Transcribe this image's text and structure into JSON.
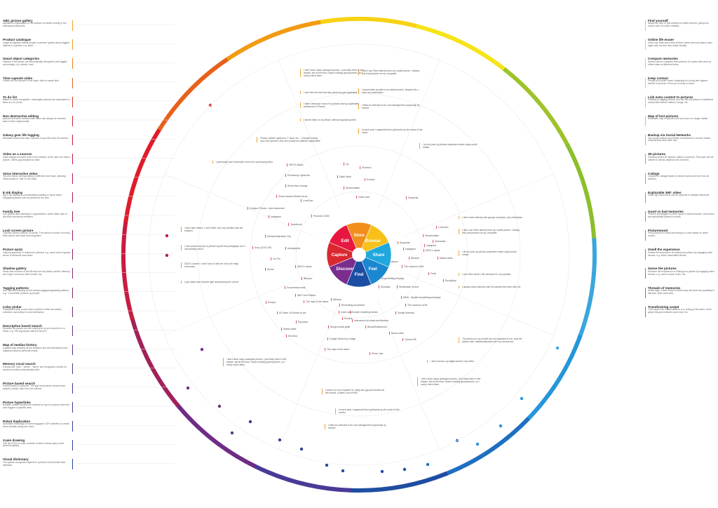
{
  "center_labels": [
    "Capture",
    "Edit",
    "Store",
    "Browse",
    "Share",
    "Feel",
    "Find",
    "Discover"
  ],
  "segment_colors": [
    "#d9282f",
    "#e8173f",
    "#f18e1c",
    "#f7c11a",
    "#1fa8de",
    "#1b87d0",
    "#1c4ea3",
    "#7b2d8e"
  ],
  "left_features": [
    {
      "title": "ABC picture gallery",
      "desc": "Alphabetic organization of the pictures for easier sorting or the educational purposes.",
      "color": "#f4a11b"
    },
    {
      "title": "Product catalogue",
      "desc": "Image recognition allows people to perform queries about tagged objects in a picture, e.g. price, ...",
      "color": "#f4a11b"
    },
    {
      "title": "Smart object categories",
      "desc": "Objects in the picture are automatically recognized and tagged accordingly, e.g. clothes, food ...",
      "color": "#ef7d1d"
    },
    {
      "title": "Time capsule video",
      "desc": "Videos are live-synced to the cloud, with no space limit.",
      "color": "#e8601e"
    },
    {
      "title": "To do list",
      "desc": "Based on word recognition, meaningful pictures are associated to items in a to-do list.",
      "color": "#e23a24"
    },
    {
      "title": "Non destructive editing",
      "desc": "pictures that were modified with filters can always be reverted back to their original state.",
      "color": "#d9202d"
    },
    {
      "title": "Galaxy gear life logging",
      "desc": "Wearable device that take a picture of your life every 30 second.",
      "color": "#d4193a"
    },
    {
      "title": "Video as a sources",
      "desc": "Video always recorded even if the intention of the user is to take a picture. Offers opportunities for later.",
      "color": "#cc1840"
    },
    {
      "title": "Voice interactive video",
      "desc": "Record videos corresponding to different voice input, allowing other people to \"talk\" to the video.",
      "color": "#c21a46"
    },
    {
      "title": "E-ink display",
      "desc": "Big E-ink display as a minimalistic painting or home decor. Displayed pictures can be pushed to the user.",
      "color": "#b51c4f"
    },
    {
      "title": "Family tree",
      "desc": "Use picture data tracking for organizations, which helps user to find their lost family members.",
      "color": "#a81e58"
    },
    {
      "title": "Lock screen picture",
      "desc": "Question about a picture to unlock. The random choose of it bring back picture that have been forgotten.",
      "color": "#9c2060"
    },
    {
      "title": "Picture quizz",
      "desc": "Gaming approach to rediscover pictures, e.g. users have to guess where a silhouette was taken.",
      "color": "#912468"
    },
    {
      "title": "Shadow gallery",
      "desc": "Show user moment of the life that are not picture perfect. Memory you forgot, event you didn't notice, etc.",
      "color": "#86286f"
    },
    {
      "title": "Tagging patterns",
      "desc": "Use machine learning to find custom tagging/organizing patterns, e.g. \"I remember pictures by people\".",
      "color": "#7c2b76"
    },
    {
      "title": "Color picker",
      "desc": "Possibility to pick a color from a picture to filter the picture collection, according to color dominance.",
      "color": "#722e7c"
    },
    {
      "title": "Description based search",
      "desc": "Describe the picture you are looking for as you would do to a friend, e.g. \"the big square with the church\".",
      "color": "#683082"
    },
    {
      "title": "Map of medias history",
      "desc": "A global map showing all the locations and the interactions that happened around personal media.",
      "color": "#5e3288"
    },
    {
      "title": "Memory vocal search",
      "desc": "If words like \"who\", \"where\", \"when\" are recognized, search for archived content automatically start.",
      "color": "#54348e"
    },
    {
      "title": "Picture based search",
      "desc": "Search based on pictures. The app find pictures content from people's media, then from the internet.",
      "color": "#4a3794"
    },
    {
      "title": "Picture hyperlinks",
      "desc": "Related content clusters are overlaid on top of a picture when the user triggers a specific area.",
      "color": "#403a9a"
    },
    {
      "title": "Robot duplication",
      "desc": "Automatic recordings of users engaged in DIY activities to create short tutorials using user voice.",
      "color": "#363d9f"
    },
    {
      "title": "3-pen drawing",
      "desc": "Use the 3-Pen to draw a sketch to start a visual query in the personal gallery.",
      "color": "#2c41a4"
    },
    {
      "title": "Visual dictionary",
      "desc": "The system recognizes objects in a picture and provides their definition.",
      "color": "#2446a8"
    }
  ],
  "right_features": [
    {
      "title": "Find yourself",
      "desc": "Allows the user to find himself on public pictures, giving him control over his online visibility.",
      "color": "#f7c91a"
    },
    {
      "title": "Online life eraser",
      "desc": "Users can track and erase all their online personal data to start again with a brand new online identity.",
      "color": "#f5cf1b"
    },
    {
      "title": "Compare memories",
      "desc": "Allows users to compare their pictures of a place with ones by others taken at different times.",
      "color": "#efd21c"
    },
    {
      "title": "Keep contact",
      "desc": "People you haven't been contacting for a long time appear blurred in pictures. Push you to keep in touch.",
      "color": "#e7d41d"
    },
    {
      "title": "Link extra content to pictures",
      "desc": "Similarly to tagging friends, you can link the picture to additional content like friends' albums, songs, etc.",
      "color": "#dcd41f"
    },
    {
      "title": "Map of lost pictures",
      "desc": "Shareable map of pictures that are lost or no longer visible.",
      "color": "#cfd220"
    },
    {
      "title": "Backup via Social Networks",
      "desc": "Use social network and friends connections to recover media contents that have been lost.",
      "color": "#b8c722"
    },
    {
      "title": "3D pictures",
      "desc": "Creates printed 3D objects, based on pictures. Print-outs can be offered to friends related to the moment.",
      "color": "#a3bf24"
    },
    {
      "title": "Collage",
      "desc": "Creation of collage based on picture colors (can turn into an artwork).",
      "color": "#94b925"
    },
    {
      "title": "Explorable 360° video",
      "desc": "Video clip scenes that can be explored in multiple directions.",
      "color": "#88b427"
    },
    {
      "title": "Good vs bad memories",
      "desc": "Pictures are flagged as either good or bad memories. Good ones are periodically pushed to users.",
      "color": "#7ead2a"
    },
    {
      "title": "Picturemood",
      "desc": "Push pictures to users according to a color based on users' moods.",
      "color": "#6fa72e"
    },
    {
      "title": "Smell the experience",
      "desc": "Enable the experience of looking at a picture by engaging other senses, e.g. smell, associated smells.",
      "color": "#5aa63c"
    },
    {
      "title": "Sense the pictures",
      "desc": "Enhance the experience of looking at a picture by engaging other senses, e.g. sound, smell, touch, etc.",
      "color": "#44a654"
    },
    {
      "title": "Threads of memories",
      "desc": "Unlike tags, it uses follow a thread they will have the possibility to discover other memories.",
      "color": "#33a76f"
    },
    {
      "title": "Transforming carpet",
      "desc": "Turn carpet into related surface, e.g. feeling of the sand, of the grass that goes between your toes, etc.",
      "color": "#25a8a0"
    }
  ],
  "tool_labels": [
    "IDEO's Spark",
    "Photoshop Lightroom",
    "Smart face change",
    "Smart camera Motion focus",
    "LumiCam",
    "Googlon Photos - Auto Awesome",
    "Instagram",
    "Polaroid Z2300",
    "Tweetbook",
    "Memoto/Narrative Clip",
    "Sony QX10-100",
    "Autographer",
    "Go Pro",
    "IDEO's Spark",
    "Scene",
    "Ivy",
    "Shoebox",
    "Daily Stack",
    "Everpix",
    "Streamnation",
    "Index card",
    "Snapchat",
    "LumiCam",
    "Streamnation",
    "Allumnatic",
    "Snapchat",
    "Instaprint",
    "Instagram",
    "IDEO's Spark",
    "iBeacon",
    "Maeve table",
    "Vyvamus",
    "The museum of Mt",
    "Flock",
    "SmugMug",
    "iBeacon",
    "Documenta mobil",
    "IBM Then Extend",
    "The map of the future",
    "Everpix",
    "60 Years. 60 Works of art.",
    "Ryvamus",
    "Maeve table",
    "Shoebox",
    "iBeacon",
    "Index card",
    "Everpix",
    "iDiogo media gridit",
    "Google Search by image",
    "The map of the future",
    "Photo note",
    "ShapeShifting Display",
    "Allumatic",
    "Hindsmade is best",
    "IDNA - Spatial storytelling prototype",
    "Recreating movement",
    "The museum of Mt",
    "Growth rendering device",
    "Similar diversity",
    "Instrument-for-blank-architecture",
    "Bluntz/Braidomum",
    "News cutter",
    "Oculus Rift"
  ],
  "notes": [
    "I don't have many analogue photos, I just keep them in the drawer, but at the time I wasn't making good pictures, so I rarely check them.",
    "I don't use Flickr directly from my mobile phone, I always first load pictures on my computer.",
    "I don't like the fact that they (pictures) get duplicated.",
    "I stored them by date in an external drive. Despite this, I have lost information.",
    "I hate it because most of my photos end up duplicated (raw/book to iPhone).",
    "I think it's stressful to for sort manage them physically by herself.",
    "I stored them on my iBook, without organizing them.",
    "In each year I organized them (pictures) by the name of the event.",
    "I do not post my photos anywhere online using social media.",
    "Picasa, Adobe Lightroom, F-Spot, etc... I Despite having very nice pictures, they are usually too platform dependent.",
    "I personally can't remember seen ever processing them.",
    "I don't take videos. I don't think I am very familiar with the medium.",
    "I look around and try to picture myself the photograph as if I had already shot it.",
    "DSLR Camera: I don't carry it with me if it's not really necessary.",
    "I just make sure that the light and framing are correct.",
    "I don't share directly with groups of people, only individuals.",
    "I don't use Flickr directly from my mobile phone, I always first load pictures on my computer.",
    "I do not post my photos anywhere online using social media.",
    "I use Flickr which I like because it's very private.",
    "I always share pictures with the people that were with me.",
    "The photos on my mobile are not important to me, only the photos that I intentionally take with my camera are.",
    "I don't access my digital archive very often.",
    "I don't have many analogue photos, I just keep them in the drawer, but at the time I wasn't making good pictures, so I rarely check them.",
    "I don't have many analogue photos, I just keep them in the drawer, but at the time I wasn't making good pictures, so I rarely check them.",
    "I search on my computer for .jpeg and .jpg and browse all the results. It takes a lot of time.",
    "In each year I organized them (pictures) by the name of the events.",
    "I think it's stressful to for sort manage them physically by herself."
  ]
}
